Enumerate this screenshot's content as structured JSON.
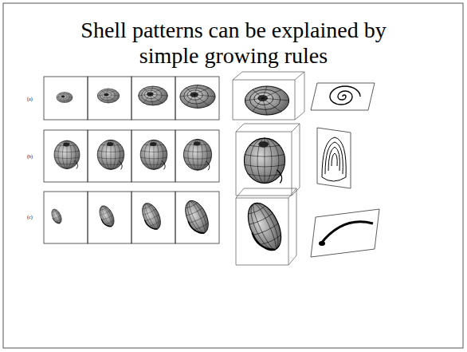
{
  "diagram": {
    "title": "Shell patterns can be explained by simple growing rules",
    "labels": [
      "(a)",
      "(b)",
      "(c)"
    ]
  }
}
